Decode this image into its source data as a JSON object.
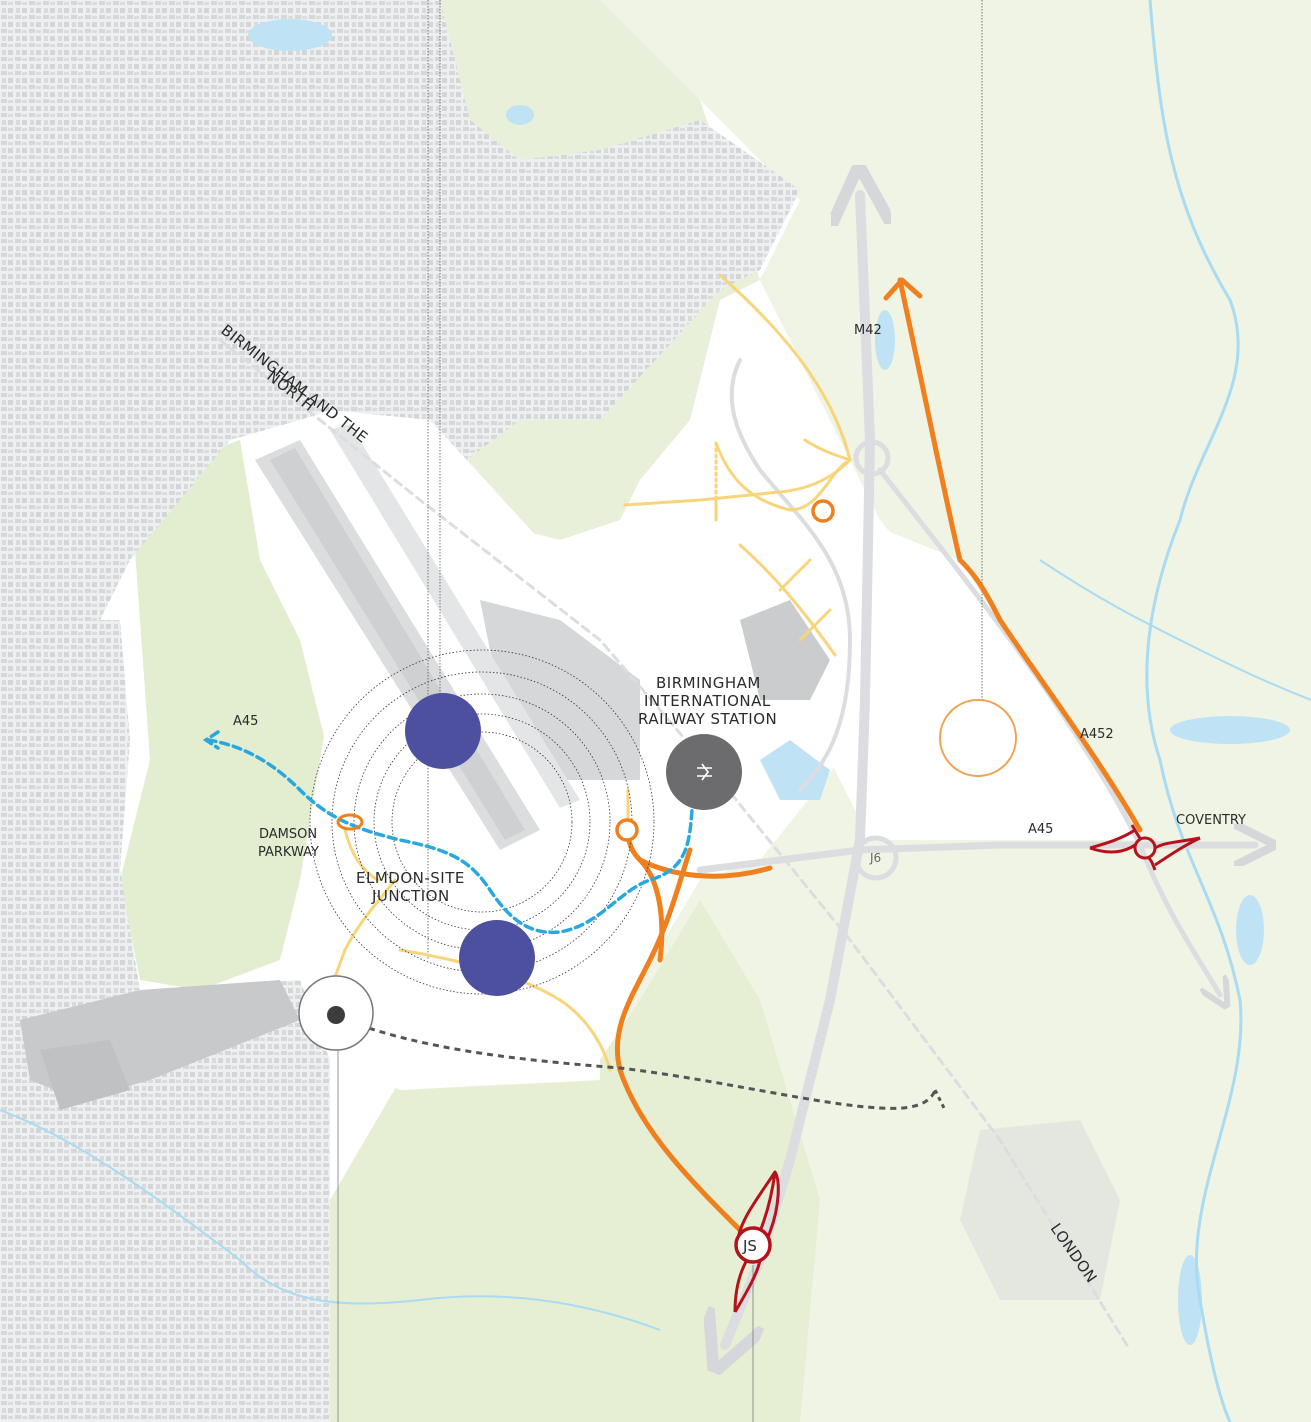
{
  "labels": {
    "birmingham_north": "BIRMINGHAM AND THE NORTH",
    "birmingham_north_line2": "NORTH",
    "birmingham_north_line1": "BIRMINGHAM AND THE",
    "m42": "M42",
    "a452": "A452",
    "a45_east": "A45",
    "a45_west": "A45",
    "coventry": "COVENTRY",
    "j6": "J6",
    "js": "JS",
    "london": "LONDON",
    "station_line1": "BIRMINGHAM",
    "station_line2": "INTERNATIONAL",
    "station_line3": "RAILWAY STATION",
    "damson_line1": "DAMSON",
    "damson_line2": "PARKWAY",
    "elmdon_line1": "ELMDON-SITE",
    "elmdon_line2": "JUNCTION"
  },
  "colors": {
    "background": "#ffffff",
    "urban": "#f0f1f1",
    "buildings": "#cfd1d2",
    "green_light": "#eef3e2",
    "green_mid": "#e3edcf",
    "water": "#bfe3f5",
    "river": "#a9dbf2",
    "road_grey": "#dcdde0",
    "orange": "#f07f1e",
    "yellow": "#f8d57a",
    "red": "#b5121b",
    "blue_dash": "#29a8df",
    "purple": "#4d4f9f",
    "station": "#6c6c6e",
    "dark_dash": "#555555"
  },
  "icons": {
    "railway_station": "rail-icon",
    "interchange_a45": "roundabout-icon",
    "interchange_js": "roundabout-icon"
  }
}
